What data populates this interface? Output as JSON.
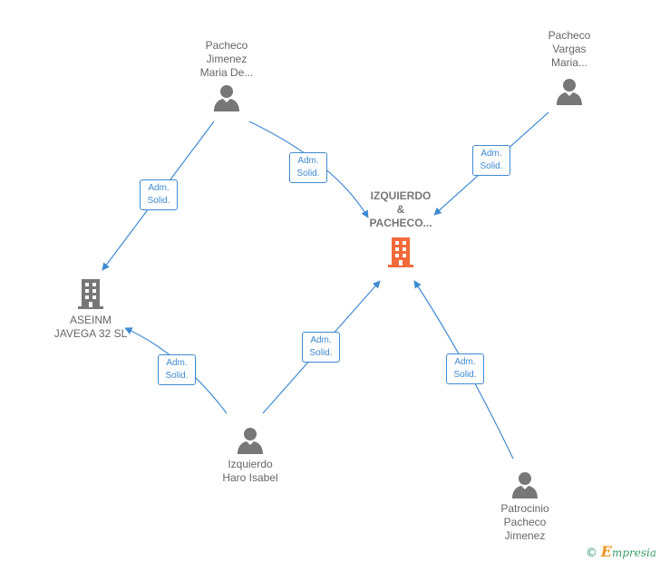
{
  "nodes": {
    "pacheco_jimenez": {
      "label": "Pacheco\nJimenez\nMaria De..."
    },
    "pacheco_vargas": {
      "label": "Pacheco\nVargas\nMaria..."
    },
    "izquierdo_pacheco": {
      "label": "IZQUIERDO\n&\nPACHECO..."
    },
    "aseinm": {
      "label": "ASEINM\nJAVEGA 32 SL"
    },
    "izquierdo_haro": {
      "label": "Izquierdo\nHaro Isabel"
    },
    "patrocinio": {
      "label": "Patrocinio\nPacheco\nJimenez"
    }
  },
  "edges": [
    {
      "from": "pacheco_jimenez",
      "to": "aseinm",
      "label_line1": "Adm.",
      "label_line2": "Solid."
    },
    {
      "from": "pacheco_jimenez",
      "to": "izquierdo_pacheco",
      "label_line1": "Adm.",
      "label_line2": "Solid."
    },
    {
      "from": "pacheco_vargas",
      "to": "izquierdo_pacheco",
      "label_line1": "Adm.",
      "label_line2": "Solid."
    },
    {
      "from": "izquierdo_haro",
      "to": "aseinm",
      "label_line1": "Adm.",
      "label_line2": "Solid."
    },
    {
      "from": "izquierdo_haro",
      "to": "izquierdo_pacheco",
      "label_line1": "Adm.",
      "label_line2": "Solid."
    },
    {
      "from": "patrocinio",
      "to": "izquierdo_pacheco",
      "label_line1": "Adm.",
      "label_line2": "Solid."
    }
  ],
  "colors": {
    "edge": "#3f8ad1",
    "person_icon": "#777777",
    "company_icon": "#777777",
    "main_company_icon": "#f26a3a"
  },
  "footer": {
    "copyright": "©",
    "brand_initial": "E",
    "brand_rest": "mpresia"
  }
}
